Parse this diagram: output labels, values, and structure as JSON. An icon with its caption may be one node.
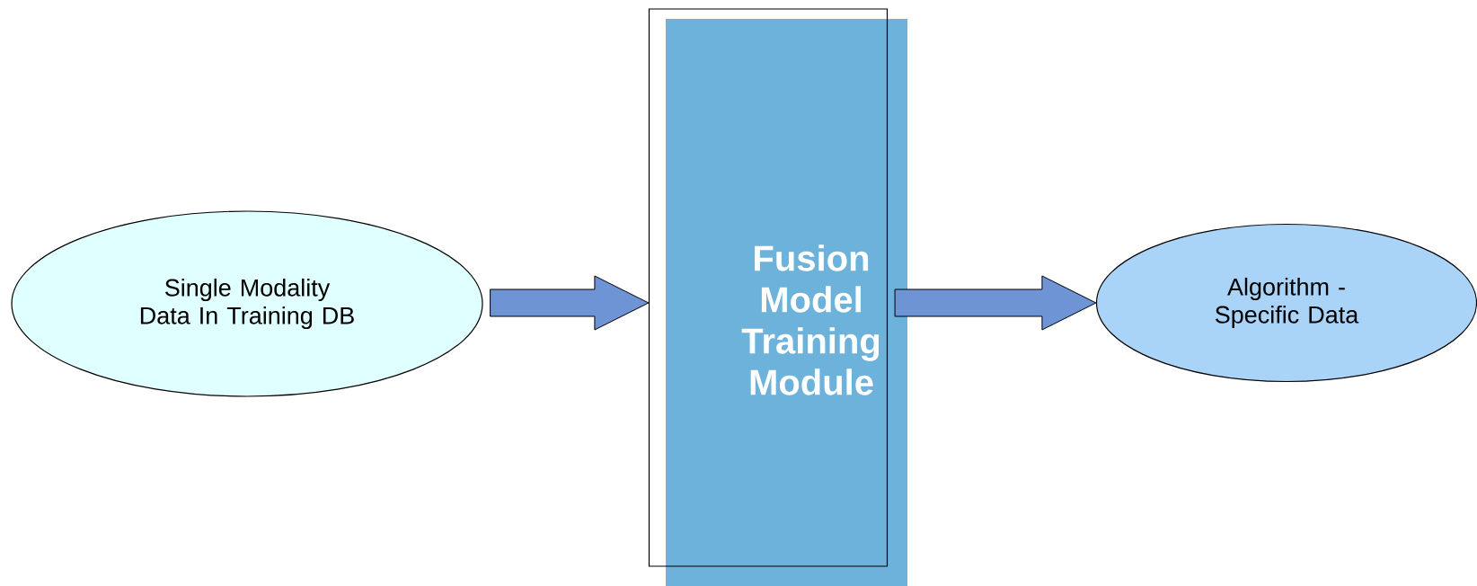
{
  "diagram": {
    "nodes": [
      {
        "text": [
          "Single Modality Data In Training DB"
        ]
      },
      {
        "text": [
          "Fusion Model Training Module"
        ]
      },
      {
        "text": [
          "Algorithm - Specific Data"
        ]
      }
    ],
    "edges": [
      {
        "from": 0,
        "to": 1,
        "arrow": "to"
      },
      {
        "from": 1,
        "to": 2,
        "arrow": "to"
      }
    ]
  }
}
